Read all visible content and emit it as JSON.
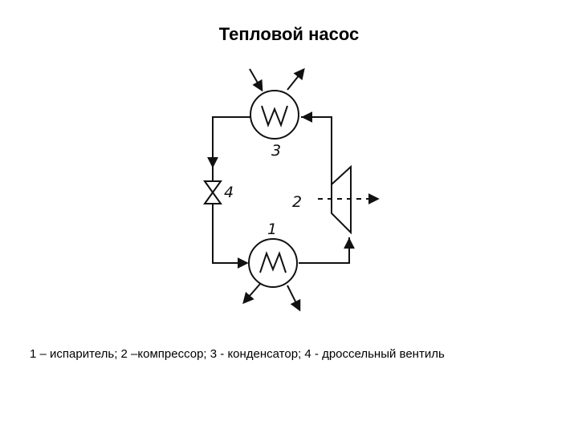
{
  "title": "Тепловой насос",
  "labels": {
    "evaporator": "1",
    "compressor": "2",
    "condenser": "3",
    "valve": "4"
  },
  "caption": "1 – испаритель; 2 –компрессор; 3 - конденсатор; 4 - дроссельный вентиль",
  "colors": {
    "ink": "#111111",
    "background": "#ffffff"
  }
}
